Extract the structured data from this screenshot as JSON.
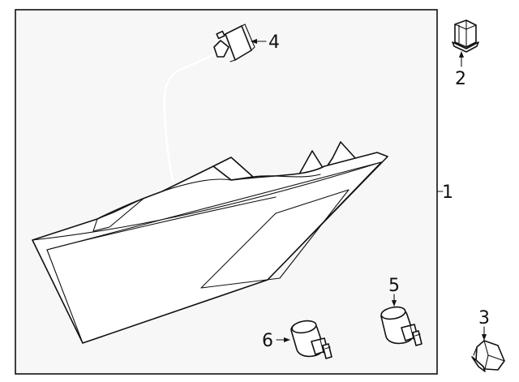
{
  "callouts": {
    "c1": "1",
    "c2": "2",
    "c3": "3",
    "c4": "4",
    "c5": "5",
    "c6": "6"
  },
  "colors": {
    "panel_background": "#f7f7f7",
    "line": "#111111",
    "page_background": "#ffffff"
  }
}
